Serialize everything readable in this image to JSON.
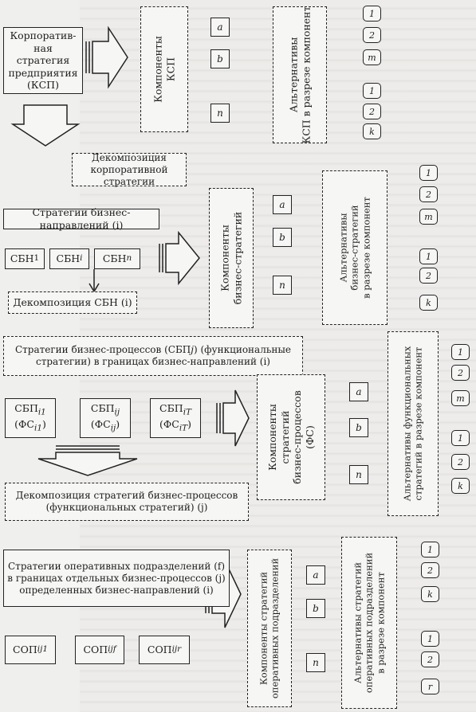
{
  "l1": {
    "ksp": "Корпоратив-ная стратегия предприятия (КСП)",
    "components": [
      "Компоненты",
      "КСП"
    ],
    "comp_items": [
      "a",
      "b",
      "n"
    ],
    "alternatives": [
      "Альтернативы",
      "КСП в разрезе компонент"
    ],
    "alt_top": [
      "1",
      "2",
      "m"
    ],
    "alt_bottom": [
      "1",
      "2",
      "k"
    ],
    "decomp": "Декомпозиция корпоративной стратегии"
  },
  "l2": {
    "title": "Стратегии бизнес-направлений (i)",
    "sbn": [
      "СБН",
      "1",
      "i",
      "n"
    ],
    "decomp": "Декомпозиция СБН (i)",
    "components": [
      "Компоненты",
      "бизнес-стратегий"
    ],
    "comp_items": [
      "a",
      "b",
      "n"
    ],
    "alternatives": [
      "Альтернативы",
      "бизнес-стратегий",
      "в разрезе компонент"
    ],
    "alt_top": [
      "1",
      "2",
      "m"
    ],
    "alt_bottom": [
      "1",
      "2",
      "k"
    ]
  },
  "l3": {
    "title": "Стратегии бизнес-процессов (СБП",
    "title2": ") (функциональные",
    "title3": "стратегии) в границах бизнес-направлений (i)",
    "sbp": [
      "СБП",
      "(ФС",
      "i1",
      "ij",
      "iT"
    ],
    "decomp": "Декомпозиция стратегий бизнес-процессов (функциональных стратегий) (j)",
    "components": [
      "Компоненты",
      "стратегий",
      "бизнес-процессов",
      "(ФС)"
    ],
    "comp_items": [
      "a",
      "b",
      "n"
    ],
    "alternatives": [
      "Альтернативы функциональных",
      "стратегий в разрезе компонент"
    ],
    "alt_top": [
      "1",
      "2",
      "m"
    ],
    "alt_bottom": [
      "1",
      "2",
      "k"
    ]
  },
  "l4": {
    "title": [
      "Стратегии оперативных подразделений (f)",
      "в границах отдельных бизнес-процессов (j)",
      "определенных бизнес-направлений (i)"
    ],
    "sop": [
      "СОП",
      "ij1",
      "ijf",
      "ijr"
    ],
    "components": [
      "Компоненты стратегий",
      "оперативных подразделений"
    ],
    "comp_items": [
      "a",
      "b",
      "n"
    ],
    "alternatives": [
      "Альтернативы стратегий",
      "оперативных подразделений",
      "в разрезе компонент"
    ],
    "alt_top": [
      "1",
      "2",
      "k"
    ],
    "alt_bottom": [
      "1",
      "2",
      "r"
    ]
  }
}
